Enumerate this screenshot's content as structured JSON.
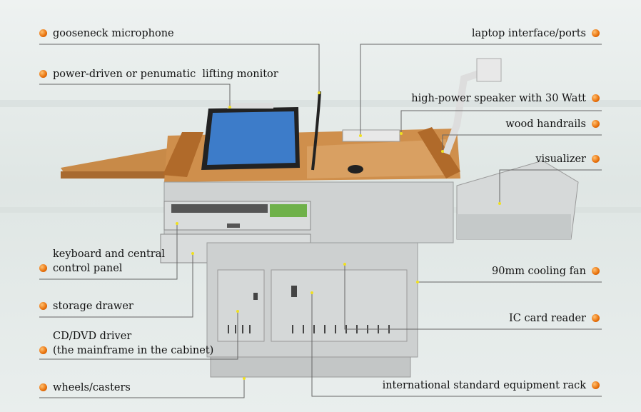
{
  "colors": {
    "bullet": "#e8700a",
    "line": "#555555",
    "wood": "#c8843e",
    "body": "#cfd2d2"
  },
  "labels_left": [
    {
      "text": "gooseneck microphone"
    },
    {
      "text": "power-driven or penumatic  lifting monitor"
    },
    {
      "text": "keyboard and central",
      "text2": "control panel"
    },
    {
      "text": "storage drawer"
    },
    {
      "text": "CD/DVD driver",
      "text2": "(the mainframe in the cabinet)"
    },
    {
      "text": "wheels/casters"
    }
  ],
  "labels_right": [
    {
      "text": "laptop interface/ports"
    },
    {
      "text": "high-power speaker with 30 Watt"
    },
    {
      "text": "wood handrails"
    },
    {
      "text": "visualizer"
    },
    {
      "text": "90mm cooling fan"
    },
    {
      "text": "IC card reader"
    },
    {
      "text": "international standard equipment rack"
    }
  ]
}
